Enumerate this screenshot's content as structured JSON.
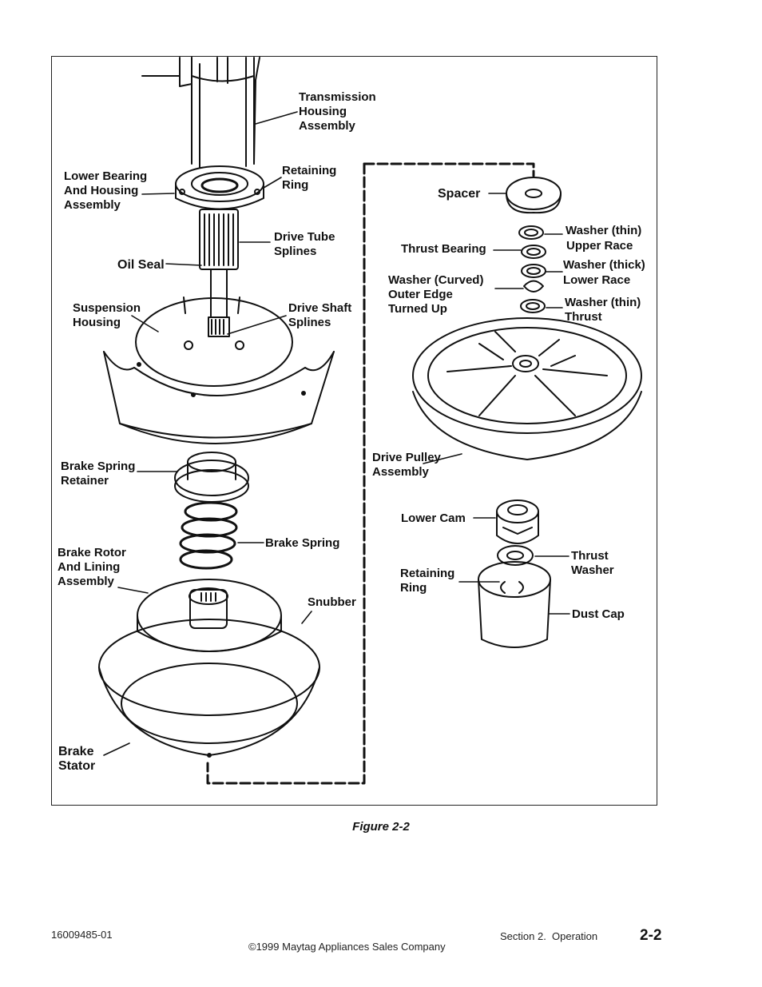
{
  "figure": {
    "labels": {
      "transmission_housing": "Transmission\nHousing\nAssembly",
      "lower_bearing": "Lower Bearing\nAnd Housing\nAssembly",
      "retaining_ring_top": "Retaining\nRing",
      "drive_tube_splines": "Drive Tube\nSplines",
      "oil_seal": "Oil Seal",
      "suspension_housing": "Suspension\nHousing",
      "drive_shaft_splines": "Drive Shaft\nSplines",
      "brake_spring_retainer": "Brake Spring\nRetainer",
      "brake_spring": "Brake Spring",
      "brake_rotor": "Brake Rotor\nAnd Lining\nAssembly",
      "snubber": "Snubber",
      "brake_stator": "Brake\nStator",
      "spacer": "Spacer",
      "washer_thin_upper": "Washer (thin)",
      "thrust_bearing": "Thrust Bearing",
      "upper_race": "Upper Race",
      "washer_thick": "Washer (thick)",
      "washer_curved": "Washer (Curved)\nOuter Edge\nTurned Up",
      "lower_race": "Lower Race",
      "washer_thin_thrust": "Washer (thin)\nThrust",
      "drive_pulley": "Drive Pulley\nAssembly",
      "lower_cam": "Lower Cam",
      "thrust_washer": "Thrust\nWasher",
      "retaining_ring_bottom": "Retaining\nRing",
      "dust_cap": "Dust Cap"
    },
    "caption": "Figure 2-2"
  },
  "footer": {
    "doc_number": "16009485-01",
    "copyright": "©1999 Maytag Appliances Sales Company",
    "section": "Section 2.  Operation",
    "page": "2-2"
  }
}
